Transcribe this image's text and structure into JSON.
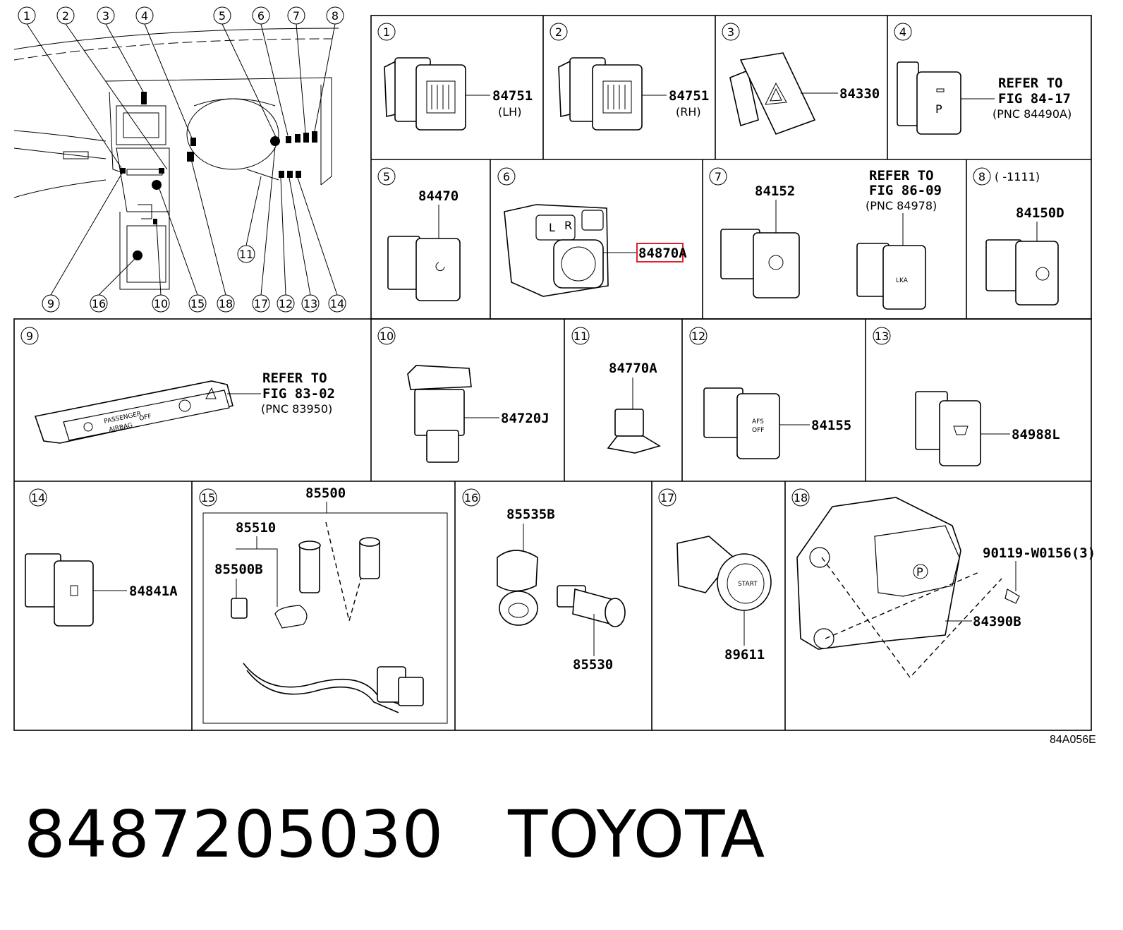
{
  "figure_code": "84A056E",
  "caption": "8487205030   TOYOTA",
  "highlight_color": "#e0202a",
  "overview_callouts": [
    "1",
    "2",
    "3",
    "4",
    "5",
    "6",
    "7",
    "8",
    "9",
    "10",
    "11",
    "12",
    "13",
    "14",
    "15",
    "16",
    "17",
    "18"
  ],
  "panels": [
    {
      "n": "1",
      "parts": [
        "84751"
      ],
      "note": "(LH)"
    },
    {
      "n": "2",
      "parts": [
        "84751"
      ],
      "note": "(RH)"
    },
    {
      "n": "3",
      "parts": [
        "84330"
      ]
    },
    {
      "n": "4",
      "refer": [
        "REFER TO",
        "FIG 84-17"
      ],
      "refer_pnc": "(PNC 84490A)"
    },
    {
      "n": "5",
      "parts": [
        "84470"
      ]
    },
    {
      "n": "6",
      "parts": [
        "84870A"
      ],
      "highlighted": "84870A"
    },
    {
      "n": "7",
      "parts": [
        "84152"
      ],
      "refer": [
        "REFER TO",
        "FIG 86-09"
      ],
      "refer_pnc": "(PNC 84978)",
      "switch_label": "LKA"
    },
    {
      "n": "8",
      "date_range": "(      -1111)",
      "parts": [
        "84150D"
      ]
    },
    {
      "n": "9",
      "refer": [
        "REFER TO",
        "FIG 83-02"
      ],
      "refer_pnc": "(PNC 83950)",
      "switch_labels": [
        "PASSENGER",
        "AIRBAG",
        "OFF"
      ]
    },
    {
      "n": "10",
      "parts": [
        "84720J"
      ]
    },
    {
      "n": "11",
      "parts": [
        "84770A"
      ]
    },
    {
      "n": "12",
      "parts": [
        "84155"
      ],
      "switch_labels": [
        "AFS",
        "OFF"
      ]
    },
    {
      "n": "13",
      "parts": [
        "84988L"
      ]
    },
    {
      "n": "14",
      "parts": [
        "84841A"
      ]
    },
    {
      "n": "15",
      "parts": [
        "85500",
        "85510",
        "85500B"
      ]
    },
    {
      "n": "16",
      "parts": [
        "85535B",
        "85530"
      ]
    },
    {
      "n": "17",
      "parts": [
        "89611"
      ]
    },
    {
      "n": "18",
      "parts": [
        "90119-W0156(3)",
        "84390B"
      ]
    }
  ]
}
